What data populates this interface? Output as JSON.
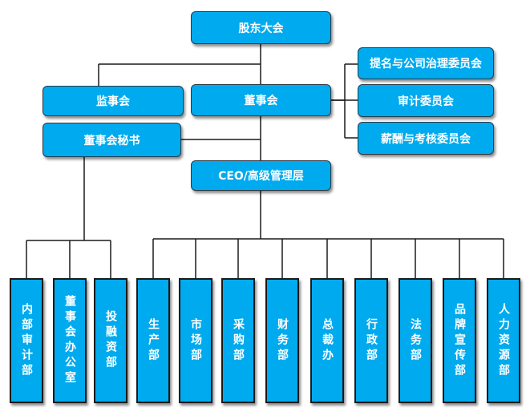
{
  "nodes": {
    "shareholders": "股东大会",
    "supervisory_board": "监事会",
    "board": "董事会",
    "board_secretary": "董事会秘书",
    "nomination_committee": "提名与公司治理委员会",
    "audit_committee": "审计委员会",
    "compensation_committee": "薪酬与考核委员会",
    "ceo": "CEO/高级管理层"
  },
  "departments": [
    "内部审计部",
    "董事会办公室",
    "投融资部",
    "生产部",
    "市场部",
    "采购部",
    "财务部",
    "总裁办",
    "行政部",
    "法务部",
    "品牌宣传部",
    "人力资源部"
  ]
}
